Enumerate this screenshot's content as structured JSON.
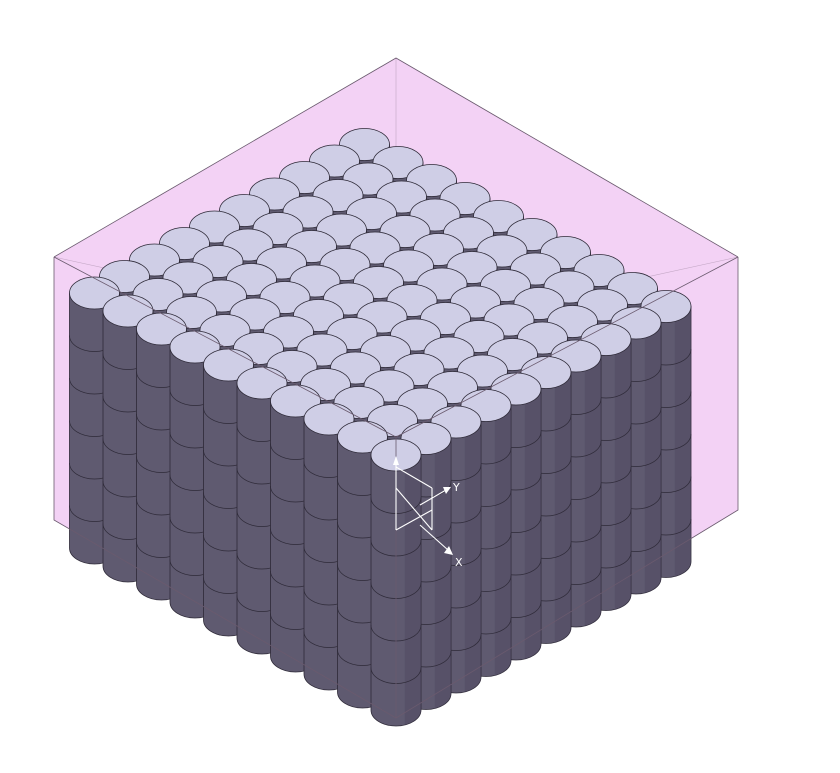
{
  "scene": {
    "background": "#ffffff",
    "box_fill": "#f3d2f5",
    "box_edge": "#6a5a6e",
    "cylinder_top": "#cfcee6",
    "cylinder_side": "#5f5a70",
    "cylinder_side_dark": "#4d4860",
    "cylinder_outline": "#2e2a38",
    "grid_size": 10,
    "stack_layers": 6
  },
  "triad": {
    "color": "#ffffff",
    "labels": {
      "x": "X",
      "y": "Y"
    }
  }
}
